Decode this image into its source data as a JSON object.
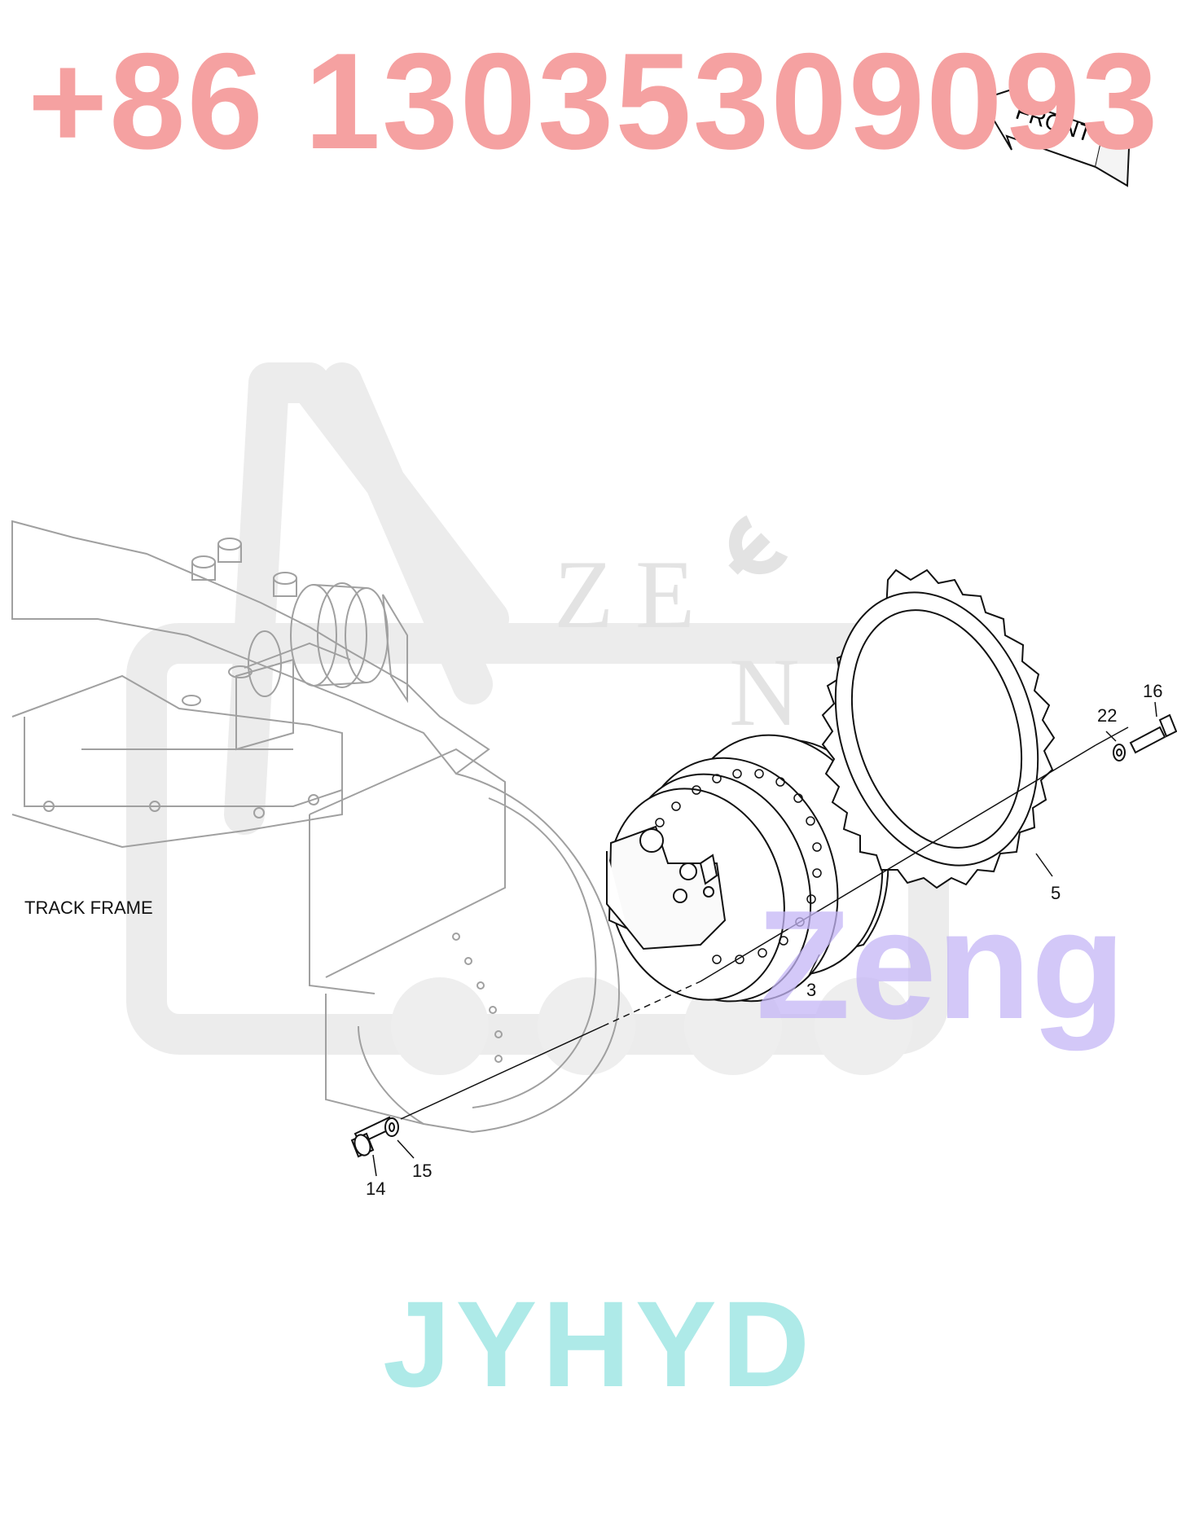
{
  "watermark": {
    "phone": "+86 13035309093",
    "brand": "JYHYD",
    "overlay_word": "Zeng",
    "logo_letters": [
      "Z",
      "E",
      "N"
    ],
    "phone_color": "#f5a1a1",
    "brand_color": "#aeeae8",
    "overlay_color": "#c4b6f6"
  },
  "diagram": {
    "direction_arrow": "FRONT",
    "track_frame_label": "TRACK FRAME",
    "callouts": {
      "travel_motor": "3",
      "sprocket": "5",
      "bolt_left": "14",
      "washer_left": "15",
      "bolt_right": "16",
      "washer_right": "22"
    }
  }
}
